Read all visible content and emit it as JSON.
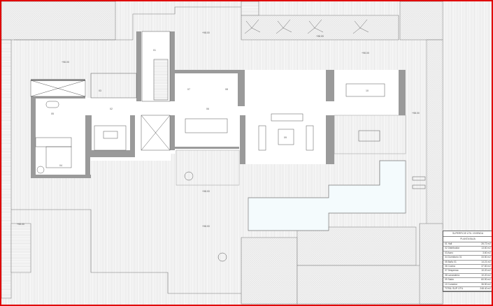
{
  "plan": {
    "level_marks": [
      "+98.00",
      "+98.00",
      "+98.00",
      "+98.00",
      "+98.00",
      "+98.00",
      "+98.00",
      "+98.00"
    ],
    "room_numbers": [
      "01",
      "02",
      "03",
      "04",
      "05",
      "06",
      "07",
      "08",
      "09",
      "10"
    ]
  },
  "area_table": {
    "title": "SUPERFICIE ÚTIL VIVIENDA",
    "subtitle": "PLANTA BAJA",
    "rows": [
      {
        "room": "01 Hall",
        "area": "26.72 m2"
      },
      {
        "room": "02 Distribuidor",
        "area": "13.60 m2"
      },
      {
        "room": "03 Aseo",
        "area": "3.60 m2"
      },
      {
        "room": "04 Dormitorio 01",
        "area": "33.50 m2"
      },
      {
        "room": "05 Baño 01",
        "area": "14.21 m2"
      },
      {
        "room": "06 Cocina",
        "area": "37.60 m2"
      },
      {
        "room": "07 Despensa",
        "area": "10.20 m2"
      },
      {
        "room": "08 Lavandería",
        "area": "10.20 m2"
      },
      {
        "room": "09 Salón",
        "area": "60.90 m2"
      },
      {
        "room": "10 Comedor",
        "area": "36.50 m2"
      },
      {
        "room": "TOTAL SUP. ÚTIL",
        "area": "248.40 m2"
      }
    ]
  },
  "colors": {
    "wall": "#9a9a9a",
    "frame": "#e00000",
    "pool": "#f4fbfd",
    "hatch": "#c8c8c8"
  }
}
